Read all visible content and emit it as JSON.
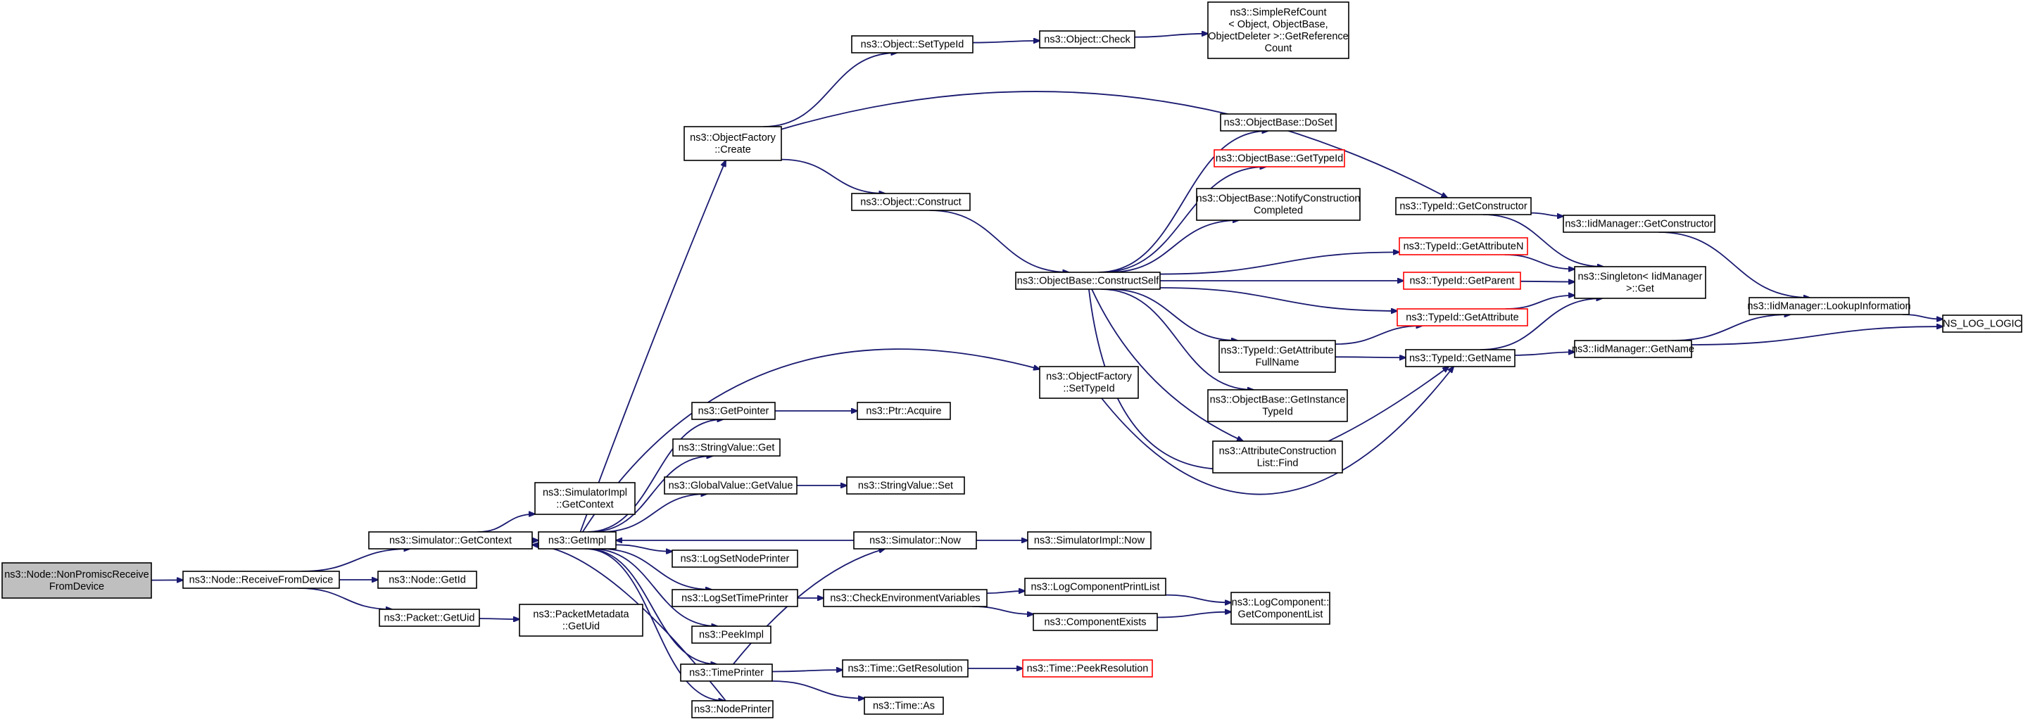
{
  "colors": {
    "edge": "#191970",
    "root_fill": "#bfbfbf",
    "red_border": "#ff0000",
    "border": "#000000"
  },
  "nodes": [
    {
      "id": "n0",
      "lines": [
        "ns3::Node::NonPromiscReceive",
        "FromDevice"
      ],
      "root": true
    },
    {
      "id": "n1",
      "lines": [
        "ns3::Node::ReceiveFromDevice"
      ]
    },
    {
      "id": "n2",
      "lines": [
        "ns3::Simulator::GetContext"
      ]
    },
    {
      "id": "n3",
      "lines": [
        "ns3::Node::GetId"
      ]
    },
    {
      "id": "n4",
      "lines": [
        "ns3::Packet::GetUid"
      ]
    },
    {
      "id": "n5",
      "lines": [
        "ns3::SimulatorImpl",
        "::GetContext"
      ]
    },
    {
      "id": "n6",
      "lines": [
        "ns3::GetImpl"
      ]
    },
    {
      "id": "n7",
      "lines": [
        "ns3::PacketMetadata",
        "::GetUid"
      ]
    },
    {
      "id": "n8",
      "lines": [
        "ns3::ObjectFactory",
        "::Create"
      ]
    },
    {
      "id": "n9",
      "lines": [
        "ns3::GetPointer"
      ]
    },
    {
      "id": "n10",
      "lines": [
        "ns3::StringValue::Get"
      ]
    },
    {
      "id": "n11",
      "lines": [
        "ns3::GlobalValue::GetValue"
      ]
    },
    {
      "id": "n12",
      "lines": [
        "ns3::LogSetNodePrinter"
      ]
    },
    {
      "id": "n13",
      "lines": [
        "ns3::LogSetTimePrinter"
      ]
    },
    {
      "id": "n14",
      "lines": [
        "ns3::PeekImpl"
      ]
    },
    {
      "id": "n15",
      "lines": [
        "ns3::TimePrinter"
      ]
    },
    {
      "id": "n16",
      "lines": [
        "ns3::NodePrinter"
      ]
    },
    {
      "id": "n17",
      "lines": [
        "ns3::Object::SetTypeId"
      ]
    },
    {
      "id": "n18",
      "lines": [
        "ns3::Object::Construct"
      ]
    },
    {
      "id": "n19",
      "lines": [
        "ns3::Ptr::Acquire"
      ]
    },
    {
      "id": "n20",
      "lines": [
        "ns3::StringValue::Set"
      ]
    },
    {
      "id": "n21",
      "lines": [
        "ns3::Simulator::Now"
      ]
    },
    {
      "id": "n22",
      "lines": [
        "ns3::CheckEnvironmentVariables"
      ]
    },
    {
      "id": "n23",
      "lines": [
        "ns3::Time::GetResolution"
      ]
    },
    {
      "id": "n24",
      "lines": [
        "ns3::Time::As"
      ]
    },
    {
      "id": "n25",
      "lines": [
        "ns3::Object::Check"
      ]
    },
    {
      "id": "n26",
      "lines": [
        "ns3::ObjectBase::ConstructSelf"
      ]
    },
    {
      "id": "n27",
      "lines": [
        "ns3::ObjectFactory",
        "::SetTypeId"
      ]
    },
    {
      "id": "n28",
      "lines": [
        "ns3::SimulatorImpl::Now"
      ]
    },
    {
      "id": "n29",
      "lines": [
        "ns3::LogComponentPrintList"
      ]
    },
    {
      "id": "n30",
      "lines": [
        "ns3::ComponentExists"
      ]
    },
    {
      "id": "n31",
      "lines": [
        "ns3::Time::PeekResolution"
      ],
      "red": true
    },
    {
      "id": "n32",
      "lines": [
        "ns3::SimpleRefCount",
        "< Object, ObjectBase,",
        "ObjectDeleter >::GetReference",
        "Count"
      ]
    },
    {
      "id": "n33",
      "lines": [
        "ns3::ObjectBase::DoSet"
      ]
    },
    {
      "id": "n34",
      "lines": [
        "ns3::ObjectBase::GetTypeId"
      ],
      "red": true
    },
    {
      "id": "n35",
      "lines": [
        "ns3::ObjectBase::NotifyConstruction",
        "Completed"
      ]
    },
    {
      "id": "n36",
      "lines": [
        "ns3::TypeId::GetAttribute",
        "FullName"
      ]
    },
    {
      "id": "n37",
      "lines": [
        "ns3::ObjectBase::GetInstance",
        "TypeId"
      ]
    },
    {
      "id": "n38",
      "lines": [
        "ns3::AttributeConstruction",
        "List::Find"
      ]
    },
    {
      "id": "n39",
      "lines": [
        "ns3::LogComponent::",
        "GetComponentList"
      ]
    },
    {
      "id": "n40",
      "lines": [
        "ns3::TypeId::GetConstructor"
      ]
    },
    {
      "id": "n41",
      "lines": [
        "ns3::TypeId::GetAttributeN"
      ],
      "red": true
    },
    {
      "id": "n42",
      "lines": [
        "ns3::TypeId::GetParent"
      ],
      "red": true
    },
    {
      "id": "n43",
      "lines": [
        "ns3::TypeId::GetAttribute"
      ],
      "red": true
    },
    {
      "id": "n44",
      "lines": [
        "ns3::TypeId::GetName"
      ]
    },
    {
      "id": "n45",
      "lines": [
        "ns3::IidManager::GetConstructor"
      ]
    },
    {
      "id": "n46",
      "lines": [
        "ns3::Singleton< IidManager",
        ">::Get"
      ]
    },
    {
      "id": "n47",
      "lines": [
        "ns3::IidManager::GetName"
      ]
    },
    {
      "id": "n48",
      "lines": [
        "ns3::IidManager::LookupInformation"
      ]
    },
    {
      "id": "n49",
      "lines": [
        "NS_LOG_LOGIC"
      ]
    }
  ],
  "edges": [
    [
      "n0",
      "n1"
    ],
    [
      "n1",
      "n2"
    ],
    [
      "n1",
      "n3"
    ],
    [
      "n1",
      "n4"
    ],
    [
      "n2",
      "n5"
    ],
    [
      "n2",
      "n6"
    ],
    [
      "n4",
      "n7"
    ],
    [
      "n6",
      "n8"
    ],
    [
      "n6",
      "n9"
    ],
    [
      "n6",
      "n10"
    ],
    [
      "n6",
      "n11"
    ],
    [
      "n6",
      "n12"
    ],
    [
      "n6",
      "n13"
    ],
    [
      "n6",
      "n14"
    ],
    [
      "n6",
      "n15"
    ],
    [
      "n6",
      "n16"
    ],
    [
      "n6",
      "n27"
    ],
    [
      "n8",
      "n17"
    ],
    [
      "n8",
      "n18"
    ],
    [
      "n8",
      "n40"
    ],
    [
      "n9",
      "n19"
    ],
    [
      "n11",
      "n20"
    ],
    [
      "n13",
      "n22"
    ],
    [
      "n15",
      "n21"
    ],
    [
      "n15",
      "n23"
    ],
    [
      "n15",
      "n24"
    ],
    [
      "n16",
      "n2"
    ],
    [
      "n21",
      "n6"
    ],
    [
      "n21",
      "n28"
    ],
    [
      "n17",
      "n25"
    ],
    [
      "n25",
      "n32"
    ],
    [
      "n18",
      "n26"
    ],
    [
      "n26",
      "n33"
    ],
    [
      "n26",
      "n34"
    ],
    [
      "n26",
      "n35"
    ],
    [
      "n26",
      "n36"
    ],
    [
      "n26",
      "n37"
    ],
    [
      "n26",
      "n38"
    ],
    [
      "n26",
      "n41"
    ],
    [
      "n26",
      "n42"
    ],
    [
      "n26",
      "n43"
    ],
    [
      "n26",
      "n44"
    ],
    [
      "n22",
      "n29"
    ],
    [
      "n22",
      "n30"
    ],
    [
      "n29",
      "n39"
    ],
    [
      "n30",
      "n39"
    ],
    [
      "n23",
      "n31"
    ],
    [
      "n27",
      "n44"
    ],
    [
      "n36",
      "n43"
    ],
    [
      "n36",
      "n44"
    ],
    [
      "n40",
      "n45"
    ],
    [
      "n40",
      "n46"
    ],
    [
      "n41",
      "n46"
    ],
    [
      "n42",
      "n46"
    ],
    [
      "n43",
      "n46"
    ],
    [
      "n44",
      "n46"
    ],
    [
      "n44",
      "n47"
    ],
    [
      "n45",
      "n48"
    ],
    [
      "n47",
      "n48"
    ],
    [
      "n47",
      "n49"
    ],
    [
      "n48",
      "n49"
    ]
  ]
}
